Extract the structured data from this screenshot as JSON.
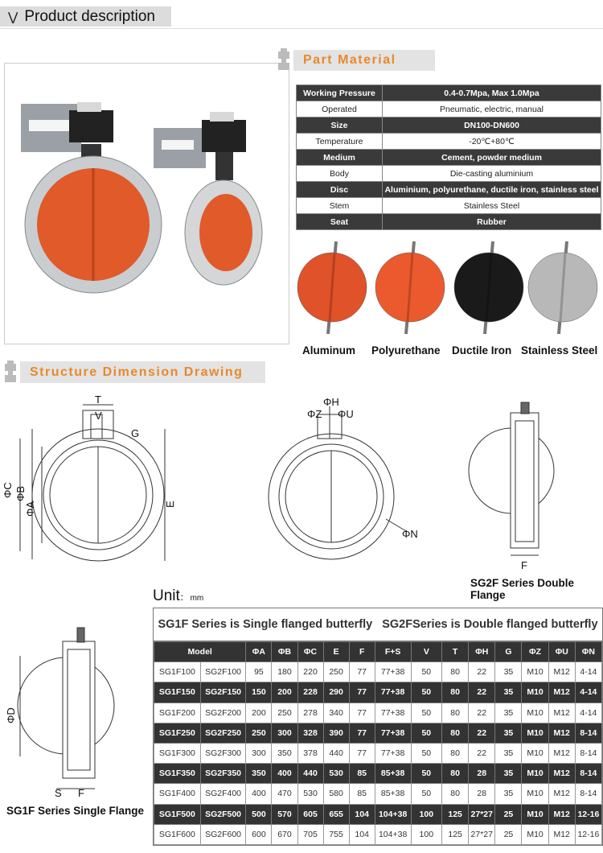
{
  "header": {
    "title": "Product description",
    "icon": "double-chevron-down-icon"
  },
  "part_material": {
    "title": "Part Material",
    "rows": [
      {
        "label": "Working Pressure",
        "value": "0.4-0.7Mpa, Max 1.0Mpa"
      },
      {
        "label": "Operated",
        "value": "Pneumatic, electric, manual"
      },
      {
        "label": "Size",
        "value": "DN100-DN600"
      },
      {
        "label": "Temperature",
        "value": "-20℃+80℃"
      },
      {
        "label": "Medium",
        "value": "Cement, powder medium"
      },
      {
        "label": "Body",
        "value": "Die-casting aluminium"
      },
      {
        "label": "Disc",
        "value": "Aluminium, polyurethane, ductile iron, stainless steel"
      },
      {
        "label": "Stem",
        "value": "Stainless Steel"
      },
      {
        "label": "Seat",
        "value": "Rubber"
      }
    ]
  },
  "discs": [
    {
      "label": "Aluminum",
      "color": "#e0522a"
    },
    {
      "label": "Polyurethane",
      "color": "#ea5a2e"
    },
    {
      "label": "Ductile Iron",
      "color": "#1a1a1a"
    },
    {
      "label": "Stainless Steel",
      "color": "#b8b8b8"
    }
  ],
  "structure": {
    "title": "Structure Dimension Drawing",
    "labels": {
      "T": "T",
      "V": "V",
      "G": "G",
      "PhiC": "ΦC",
      "PhiB": "ΦB",
      "PhiA": "ΦA",
      "E": "E",
      "PhiH": "ΦH",
      "PhiZ": "ΦZ",
      "PhiU": "ΦU",
      "PhiN": "ΦN",
      "F": "F",
      "PhiD": "ΦD",
      "S": "S"
    },
    "double_caption": "SG2F Series Double Flange",
    "single_caption": "SG1F Series Single Flange"
  },
  "unit": {
    "label": "Unit",
    "value": "： mm"
  },
  "dim_table": {
    "title_single": "SG1F Series is Single flanged butterfly",
    "title_double": "SG2FSeries is Double flanged butterfly",
    "headers": [
      "Model",
      "ΦA",
      "ΦB",
      "ΦC",
      "E",
      "F",
      "F+S",
      "V",
      "T",
      "ΦH",
      "G",
      "ΦZ",
      "ΦU",
      "ΦN"
    ],
    "rows": [
      [
        "SG1F100",
        "SG2F100",
        "95",
        "180",
        "220",
        "250",
        "77",
        "77+38",
        "50",
        "80",
        "22",
        "35",
        "M10",
        "M12",
        "4-14"
      ],
      [
        "SG1F150",
        "SG2F150",
        "150",
        "200",
        "228",
        "290",
        "77",
        "77+38",
        "50",
        "80",
        "22",
        "35",
        "M10",
        "M12",
        "4-14"
      ],
      [
        "SG1F200",
        "SG2F200",
        "200",
        "250",
        "278",
        "340",
        "77",
        "77+38",
        "50",
        "80",
        "22",
        "35",
        "M10",
        "M12",
        "4-14"
      ],
      [
        "SG1F250",
        "SG2F250",
        "250",
        "300",
        "328",
        "390",
        "77",
        "77+38",
        "50",
        "80",
        "22",
        "35",
        "M10",
        "M12",
        "8-14"
      ],
      [
        "SG1F300",
        "SG2F300",
        "300",
        "350",
        "378",
        "440",
        "77",
        "77+38",
        "50",
        "80",
        "22",
        "35",
        "M10",
        "M12",
        "8-14"
      ],
      [
        "SG1F350",
        "SG2F350",
        "350",
        "400",
        "440",
        "530",
        "85",
        "85+38",
        "50",
        "80",
        "28",
        "35",
        "M10",
        "M12",
        "8-14"
      ],
      [
        "SG1F400",
        "SG2F400",
        "400",
        "470",
        "530",
        "580",
        "85",
        "85+38",
        "50",
        "80",
        "28",
        "35",
        "M10",
        "M12",
        "8-14"
      ],
      [
        "SG1F500",
        "SG2F500",
        "500",
        "570",
        "605",
        "655",
        "104",
        "104+38",
        "100",
        "125",
        "27*27",
        "25",
        "M10",
        "M12",
        "12-16"
      ],
      [
        "SG1F600",
        "SG2F600",
        "600",
        "670",
        "705",
        "755",
        "104",
        "104+38",
        "100",
        "125",
        "27*27",
        "25",
        "M10",
        "M12",
        "12-16"
      ]
    ]
  }
}
